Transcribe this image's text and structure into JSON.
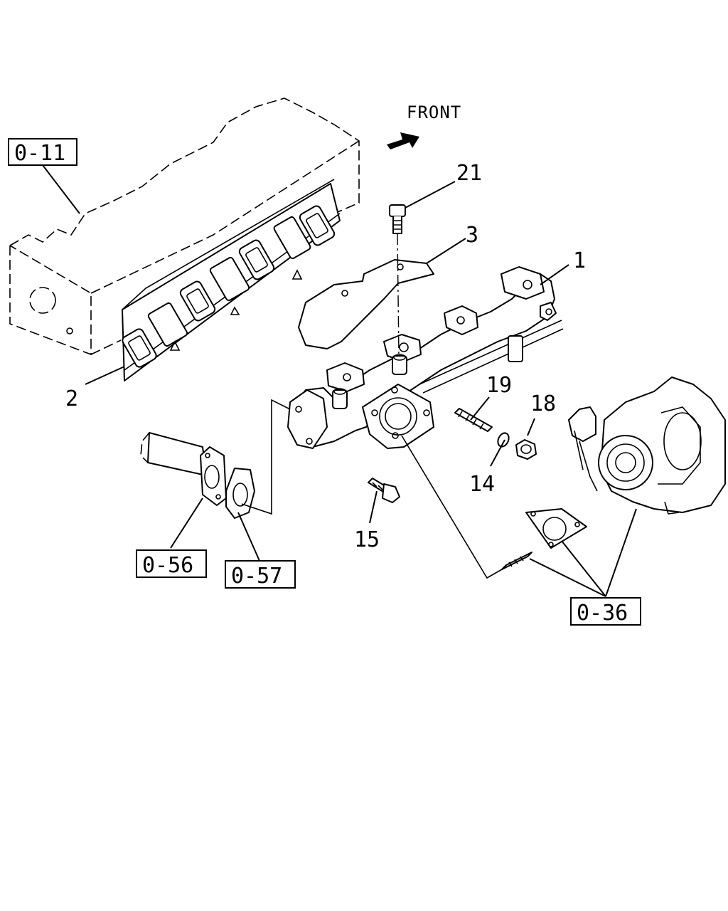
{
  "direction_label": "FRONT",
  "reference_boxes": [
    {
      "id": "ref-0-11",
      "text": "0-11"
    },
    {
      "id": "ref-0-56",
      "text": "0-56"
    },
    {
      "id": "ref-0-57",
      "text": "0-57"
    },
    {
      "id": "ref-0-36",
      "text": "0-36"
    }
  ],
  "part_numbers": [
    {
      "id": "part-1",
      "text": "1"
    },
    {
      "id": "part-2",
      "text": "2"
    },
    {
      "id": "part-3",
      "text": "3"
    },
    {
      "id": "part-14",
      "text": "14"
    },
    {
      "id": "part-15",
      "text": "15"
    },
    {
      "id": "part-18",
      "text": "18"
    },
    {
      "id": "part-19",
      "text": "19"
    },
    {
      "id": "part-21",
      "text": "21"
    }
  ]
}
